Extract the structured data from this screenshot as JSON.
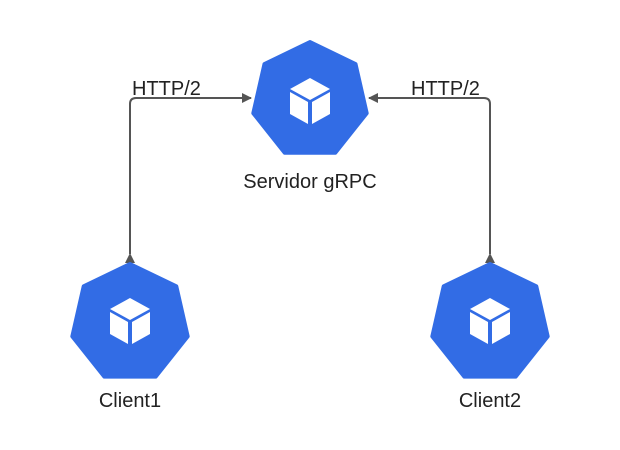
{
  "colors": {
    "node_fill": "#326ce5",
    "icon_fill": "#ffffff",
    "edge": "#555555",
    "text": "#222222",
    "background": "#ffffff"
  },
  "nodes": {
    "server": {
      "label": "Servidor gRPC",
      "icon": "cube-icon"
    },
    "client1": {
      "label": "Client1",
      "icon": "cube-icon"
    },
    "client2": {
      "label": "Client2",
      "icon": "cube-icon"
    }
  },
  "edges": {
    "left": {
      "label": "HTTP/2",
      "from": "client1",
      "to": "server",
      "bidirectional": true
    },
    "right": {
      "label": "HTTP/2",
      "from": "client2",
      "to": "server",
      "bidirectional": true
    }
  }
}
